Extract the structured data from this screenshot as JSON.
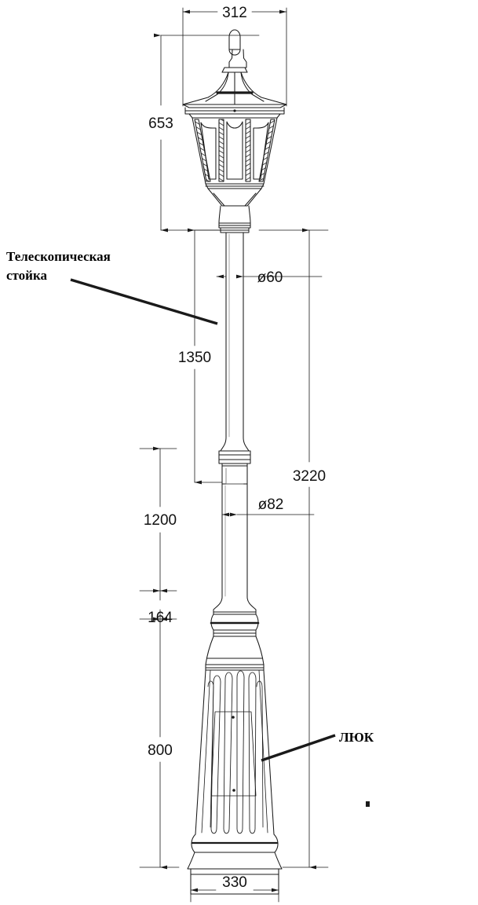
{
  "drawing": {
    "title": "Telescopic lamp post technical drawing",
    "units": "mm",
    "line_color": "#1a1a1a",
    "text_color": "#111111",
    "background": "#ffffff"
  },
  "dimensions": {
    "lantern_width": "312",
    "lantern_height": "653",
    "upper_pole_diameter": "ø60",
    "upper_pole_length": "1350",
    "lower_pole_diameter": "ø82",
    "mid_section_length": "1200",
    "collar_length": "164",
    "base_length": "800",
    "total_height": "3220",
    "base_width": "330"
  },
  "annotations": {
    "telescopic_post": "Телескопическая\nстойка",
    "telescopic_post_line1": "Телескопическая",
    "telescopic_post_line2": "стойка",
    "hatch": "ЛЮК"
  }
}
